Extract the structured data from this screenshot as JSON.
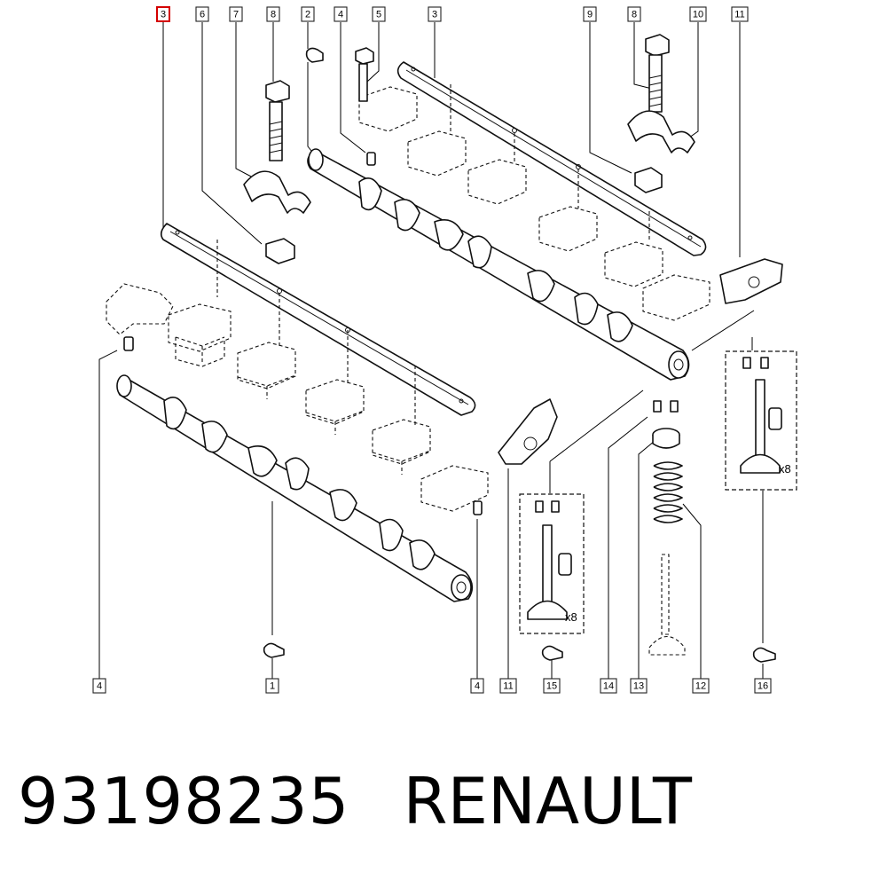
{
  "labels": [
    "3",
    "6",
    "7",
    "8",
    "2",
    "4",
    "5",
    "3",
    "9",
    "8",
    "10",
    "11",
    "4",
    "1",
    "4",
    "11",
    "15",
    "14",
    "13",
    "12",
    "16"
  ],
  "qty": {
    "inlet": "x8",
    "exhaust": "x8"
  },
  "caption": {
    "part_number": "93198235",
    "brand": "RENAULT"
  },
  "highlight_label": "3"
}
